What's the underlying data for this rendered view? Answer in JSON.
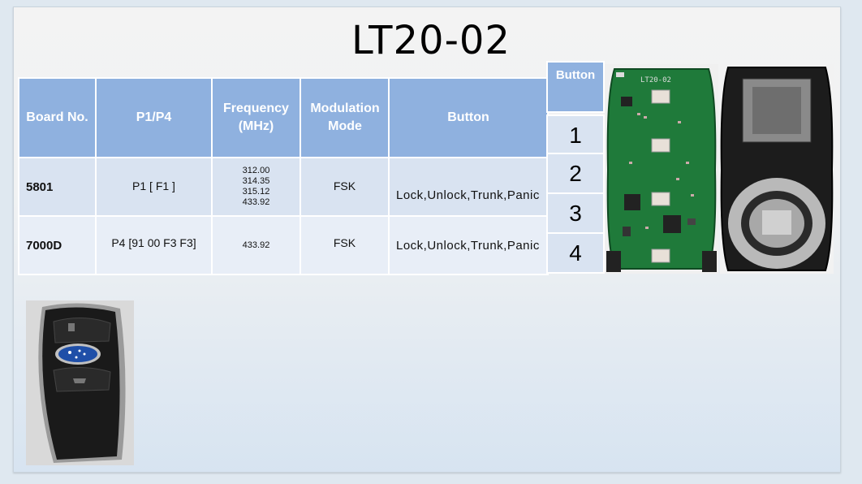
{
  "title": "LT20-02",
  "table": {
    "headers": [
      "Board No.",
      "P1/P4",
      "Frequency (MHz)",
      "Modulation Mode",
      "Button"
    ],
    "rows": [
      {
        "board": "5801",
        "p": "P1  [ F1 ]",
        "freq": [
          "312.00",
          "314.35",
          "315.12",
          "433.92"
        ],
        "mode": "FSK",
        "buttons": "Lock,Unlock,Trunk,Panic"
      },
      {
        "board": "7000D",
        "p": "P4 [91 00 F3 F3]",
        "freq": [
          "433.92"
        ],
        "mode": "FSK",
        "buttons": "Lock,Unlock,Trunk,Panic"
      }
    ]
  },
  "button_legend": {
    "header": "Button",
    "numbers": [
      "1",
      "2",
      "3",
      "4"
    ]
  },
  "pcb_label": "LT20-02",
  "colors": {
    "header_bg": "#8fb1df",
    "row_bg": "#d9e3f1",
    "pcb_green": "#1f7a3a"
  }
}
